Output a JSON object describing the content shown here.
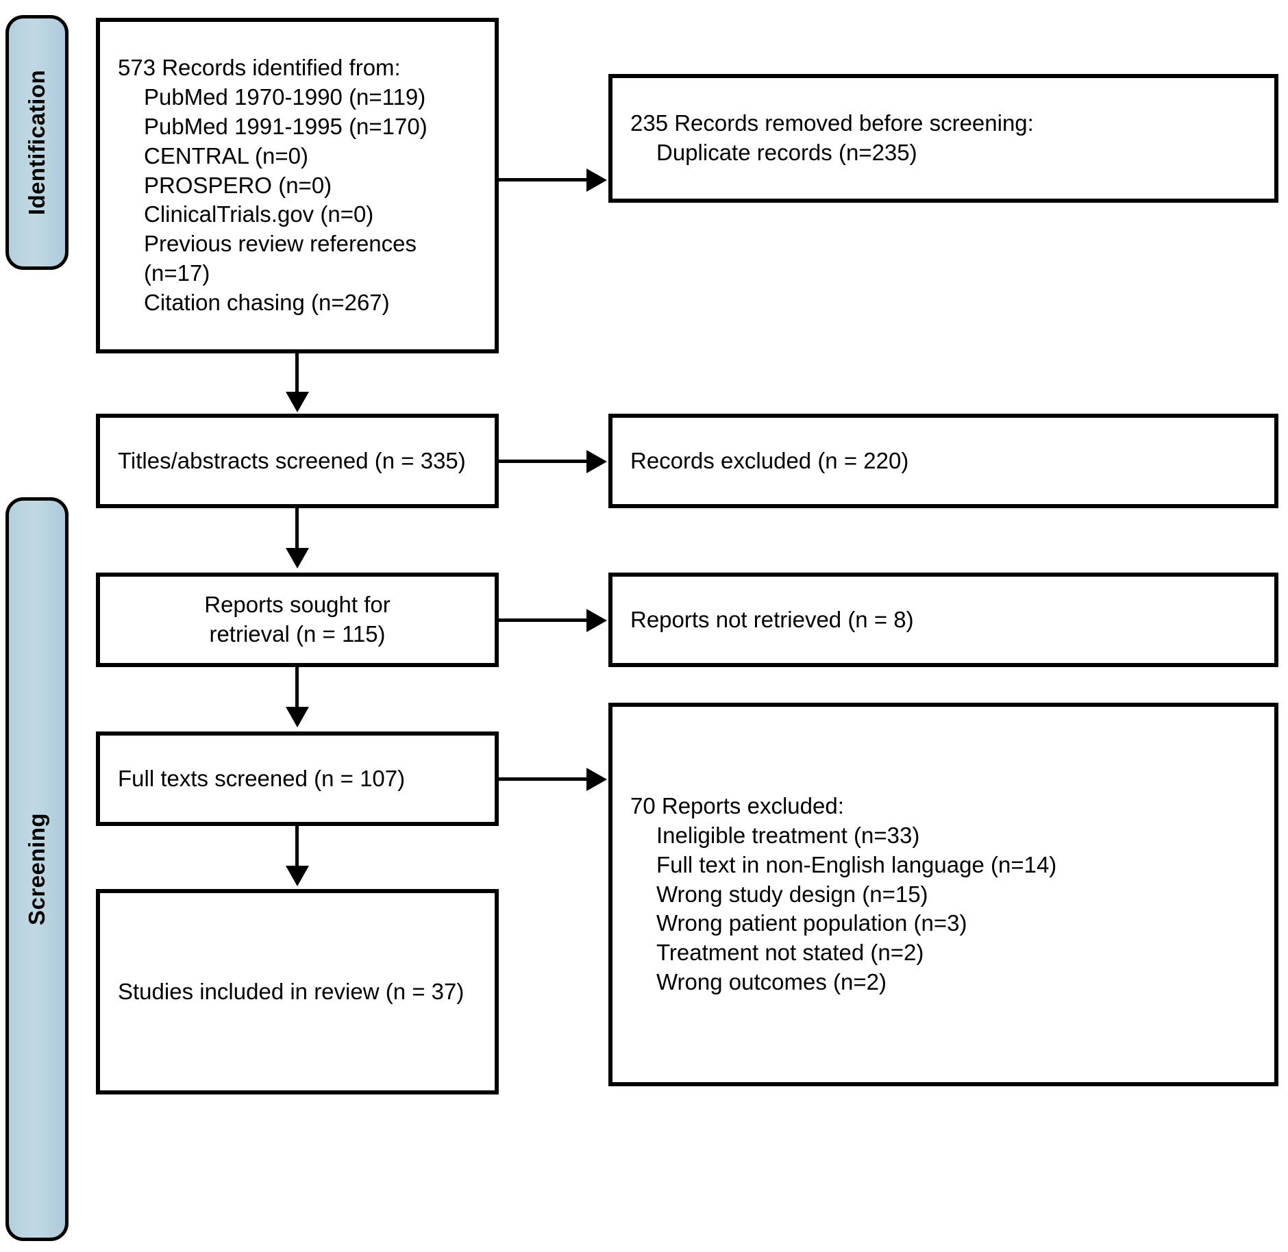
{
  "diagram": {
    "type": "prisma-flow-diagram",
    "stages": [
      {
        "id": "identification",
        "label": "Identification"
      },
      {
        "id": "screening",
        "label": "Screening"
      }
    ],
    "boxes": {
      "identified": {
        "lead": "573 Records identified from:",
        "sources": [
          "PubMed 1970-1990 (n=119)",
          "PubMed 1991-1995 (n=170)",
          "CENTRAL (n=0)",
          "PROSPERO  (n=0)",
          "ClinicalTrials.gov (n=0)",
          "Previous review references (n=17)",
          "Citation chasing (n=267)"
        ]
      },
      "removed": {
        "lead": "235 Records removed before screening:",
        "sources": [
          "Duplicate records (n=235)"
        ]
      },
      "titles_screened": {
        "text": "Titles/abstracts screened (n = 335)"
      },
      "records_excluded": {
        "text": "Records excluded (n = 220)"
      },
      "reports_sought": {
        "line1": "Reports sought for",
        "line2": "retrieval (n = 115)"
      },
      "reports_not_retrieved": {
        "text": "Reports not retrieved (n = 8)"
      },
      "full_texts_screened": {
        "text": "Full texts screened (n = 107)"
      },
      "reports_excluded": {
        "lead": "70 Reports excluded:",
        "reasons": [
          "Ineligible treatment (n=33)",
          "Full text in non-English language (n=14)",
          "Wrong study design (n=15)",
          "Wrong patient population (n=3)",
          "Treatment not stated (n=2)",
          "Wrong outcomes (n=2)"
        ]
      },
      "studies_included": {
        "text": "Studies included in review (n = 37)"
      }
    },
    "colors": {
      "stage_bar_fill": "#b9d2de",
      "border": "#000000",
      "box_fill": "#ffffff",
      "text": "#000000"
    }
  }
}
